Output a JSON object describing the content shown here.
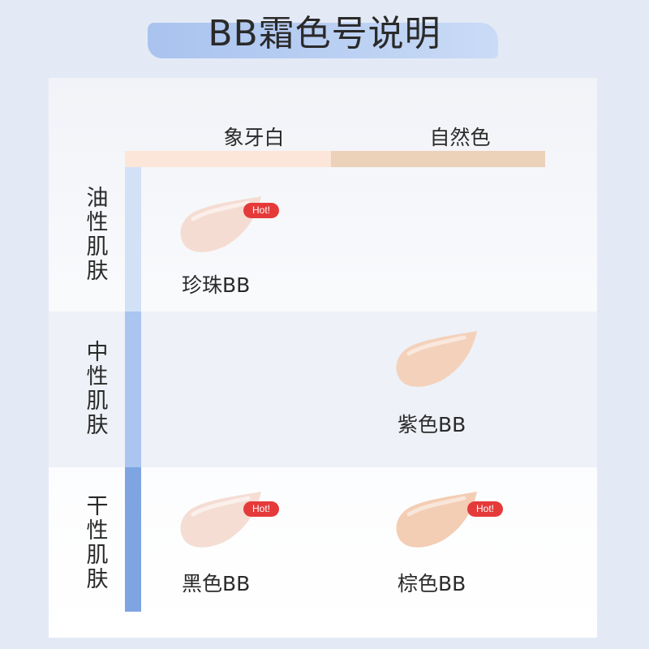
{
  "title": "BB霜色号说明",
  "columns": [
    {
      "label": "象牙白",
      "color": "#fbe6d9"
    },
    {
      "label": "自然色",
      "color": "#ecd2b9"
    }
  ],
  "rows": [
    {
      "label": "油性肌肤",
      "bar_color": "#d3e1f7"
    },
    {
      "label": "中性肌肤",
      "bar_color": "#a9c5f0"
    },
    {
      "label": "干性肌肤",
      "bar_color": "#7ea4e2"
    }
  ],
  "products": {
    "pearl": {
      "name": "珍珠BB",
      "badge": "Hot!",
      "swatch_color": "#f5dcd2"
    },
    "purple": {
      "name": "紫色BB",
      "swatch_color": "#f4d1bb"
    },
    "black": {
      "name": "黑色BB",
      "badge": "Hot!",
      "swatch_color": "#f5ddd4"
    },
    "brown": {
      "name": "棕色BB",
      "badge": "Hot!",
      "swatch_color": "#f3cdb4"
    }
  }
}
